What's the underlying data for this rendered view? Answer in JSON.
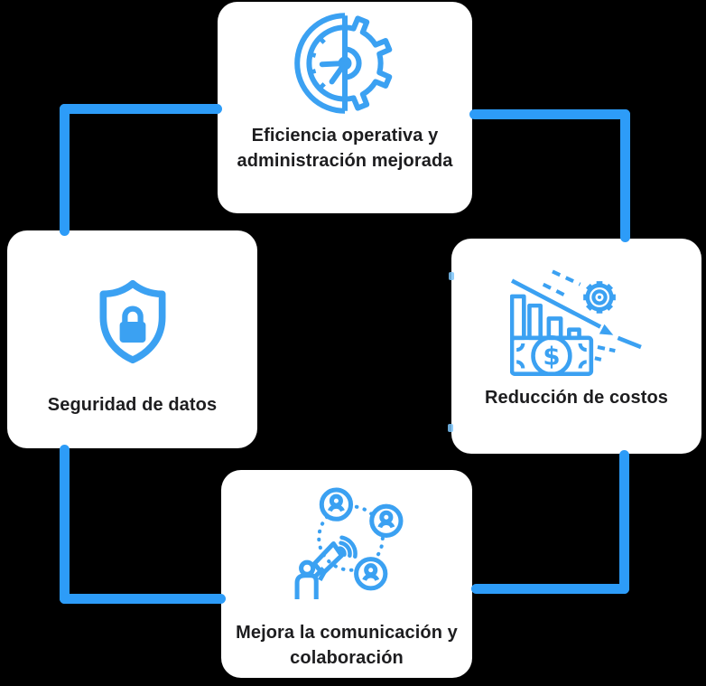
{
  "colors": {
    "background": "#000000",
    "connector": "#2d9cf8",
    "icon": "#3ba1f2",
    "card": "#ffffff",
    "text": "#1d1d1f"
  },
  "nodes": {
    "top": {
      "label": "Eficiencia operativa y administración mejorada",
      "icon": "clock-gear-icon"
    },
    "right": {
      "label": "Reducción de costos",
      "icon": "cost-reduction-icon"
    },
    "left": {
      "label": "Seguridad de datos",
      "icon": "shield-lock-icon"
    },
    "bottom": {
      "label": "Mejora la comunicación y colaboración",
      "icon": "megaphone-network-icon"
    }
  }
}
